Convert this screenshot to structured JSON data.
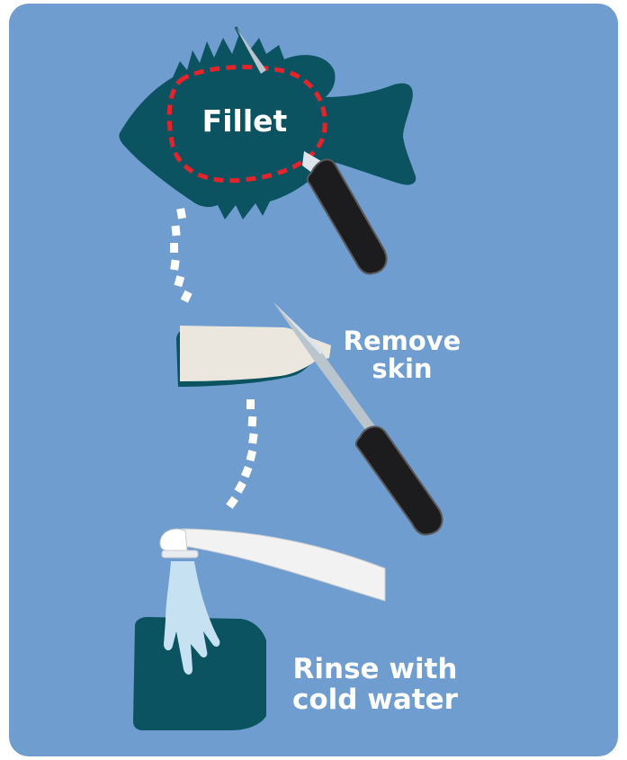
{
  "colors": {
    "background": "#6f9dcf",
    "fish": "#0b5361",
    "outline_dash": "#e4232b",
    "skin": "#ebe7de",
    "knife_handle": "#1c1c1e",
    "blade": "#b9c4cc",
    "faucet": "#f2f2f2",
    "water": "#c6e2f2",
    "label_text": "#ffffff"
  },
  "steps": {
    "fillet": "Fillet",
    "remove_skin_line1": "Remove",
    "remove_skin_line2": "skin",
    "rinse_line1": "Rinse with",
    "rinse_line2": "cold water"
  },
  "icons": [
    "fish-icon",
    "knife-icon",
    "fillet-icon",
    "faucet-icon",
    "water-stream-icon"
  ]
}
